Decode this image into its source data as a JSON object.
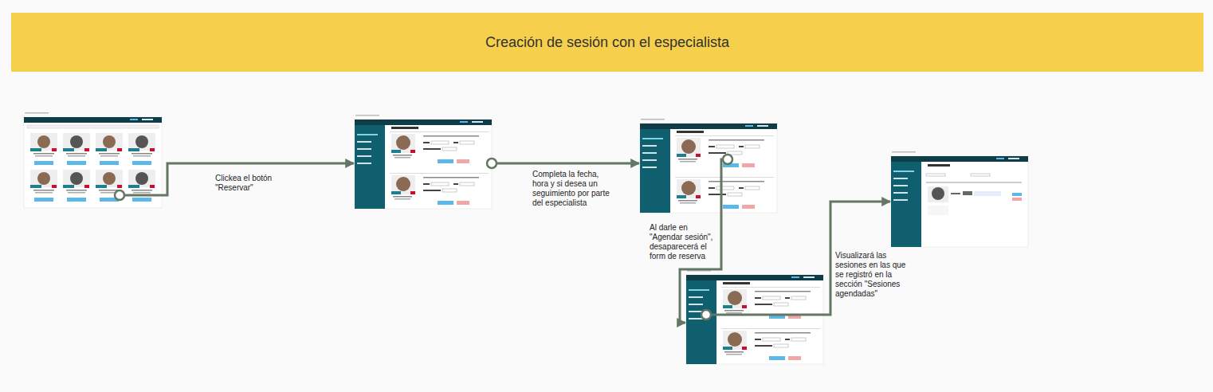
{
  "diagram": {
    "title": "Creación de sesión con el especialista",
    "labels": [
      "Clickea el botón \"Reservar\"",
      "Completa la fecha, hora y si desea un seguimiento por parte del especialista",
      "Al darle en \"Agendar sesión\", desaparecerá el form de reserva",
      "Visualizará las sesiones en las que se registró en la sección \"Sesiones agendadas\""
    ]
  }
}
